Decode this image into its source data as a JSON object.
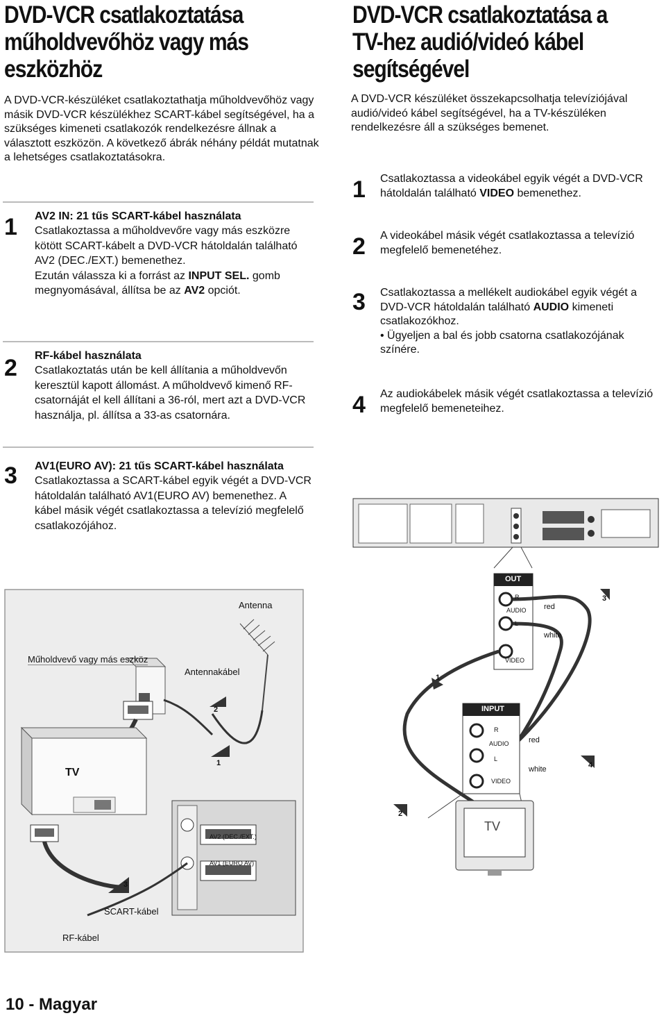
{
  "left": {
    "title": "DVD-VCR csatlakoztatása\nműholdvevőhöz vagy más\neszközhöz",
    "intro": "A DVD-VCR-készüléket csatlakoztathatja műholdvevőhöz vagy másik DVD-VCR készülékhez SCART-kábel segítségével, ha a szükséges kimeneti csatlakozók rendelkezésre állnak a választott eszközön. A következő ábrák néhány példát mutatnak a lehetséges csatlakoztatásokra.",
    "steps": [
      {
        "num": "1",
        "heading": "AV2 IN: 21 tűs SCART-kábel használata",
        "body": "Csatlakoztassa a műholdvevőre vagy más eszközre kötött SCART-kábelt a DVD-VCR hátoldalán található AV2 (DEC./EXT.) bemenethez.",
        "body2_pre": "Ezután válassza ki a forrást az ",
        "body2_bold": "INPUT SEL.",
        "body2_mid": " gomb megnyomásával, állítsa be az ",
        "body2_bold2": "AV2",
        "body2_post": " opciót."
      },
      {
        "num": "2",
        "heading": "RF-kábel használata",
        "body": "Csatlakoztatás után be kell állítania a műholdvevőn keresztül kapott állomást. A műholdvevő kimenő RF-csatornáját el kell állítani a 36-ról, mert azt a DVD-VCR használja, pl. állítsa a 33-as csatornára."
      },
      {
        "num": "3",
        "heading": "AV1(EURO AV): 21 tűs SCART-kábel használata",
        "body": "Csatlakoztassa a SCART-kábel egyik végét a DVD-VCR hátoldalán található AV1(EURO AV) bemenethez. A kábel másik végét csatlakoztassa a televízió megfelelő csatlakozójához."
      }
    ],
    "diagram": {
      "antenna": "Antenna",
      "satellite": "Műholdvevő vagy más eszköz",
      "antenna_cable": "Antennakábel",
      "tv": "TV",
      "scart_cable": "SCART-kábel",
      "rf_cable": "RF-kábel",
      "av2": "AV2 (DEC./EXT.)",
      "av1": "AV1 (EURO AV)",
      "callouts": [
        "1",
        "2",
        "3"
      ]
    }
  },
  "right": {
    "title": "DVD-VCR csatlakoztatása a\nTV-hez audió/videó kábel\nsegítségével",
    "intro": "A DVD-VCR készüléket összekapcsolhatja televíziójával audió/videó kábel segítségével, ha a TV-készüléken rendelkezésre áll a szükséges bemenet.",
    "steps": [
      {
        "num": "1",
        "pre": "Csatlakoztassa a videokábel egyik végét a DVD-VCR hátoldalán található ",
        "bold": "VIDEO",
        "post": " bemenethez."
      },
      {
        "num": "2",
        "pre": "A videokábel másik végét csatlakoztassa a televízió megfelelő bemenetéhez.",
        "bold": "",
        "post": ""
      },
      {
        "num": "3",
        "pre": "Csatlakoztassa a mellékelt audiokábel egyik végét a DVD-VCR hátoldalán található ",
        "bold": "AUDIO",
        "post": " kimeneti csatlakozókhoz.",
        "bullet": "• Ügyeljen a bal és jobb csatorna csatlakozójának színére."
      },
      {
        "num": "4",
        "pre": "Az audiokábelek másik végét csatlakoztassa a televízió megfelelő bemeneteihez.",
        "bold": "",
        "post": ""
      }
    ],
    "diagram": {
      "out": "OUT",
      "input": "INPUT",
      "r": "R",
      "audio": "AUDIO",
      "l": "L",
      "video": "VIDEO",
      "red": "red",
      "white": "white",
      "tv": "TV",
      "callouts": [
        "1",
        "2",
        "3",
        "4"
      ]
    }
  },
  "footer": "10 - Magyar"
}
